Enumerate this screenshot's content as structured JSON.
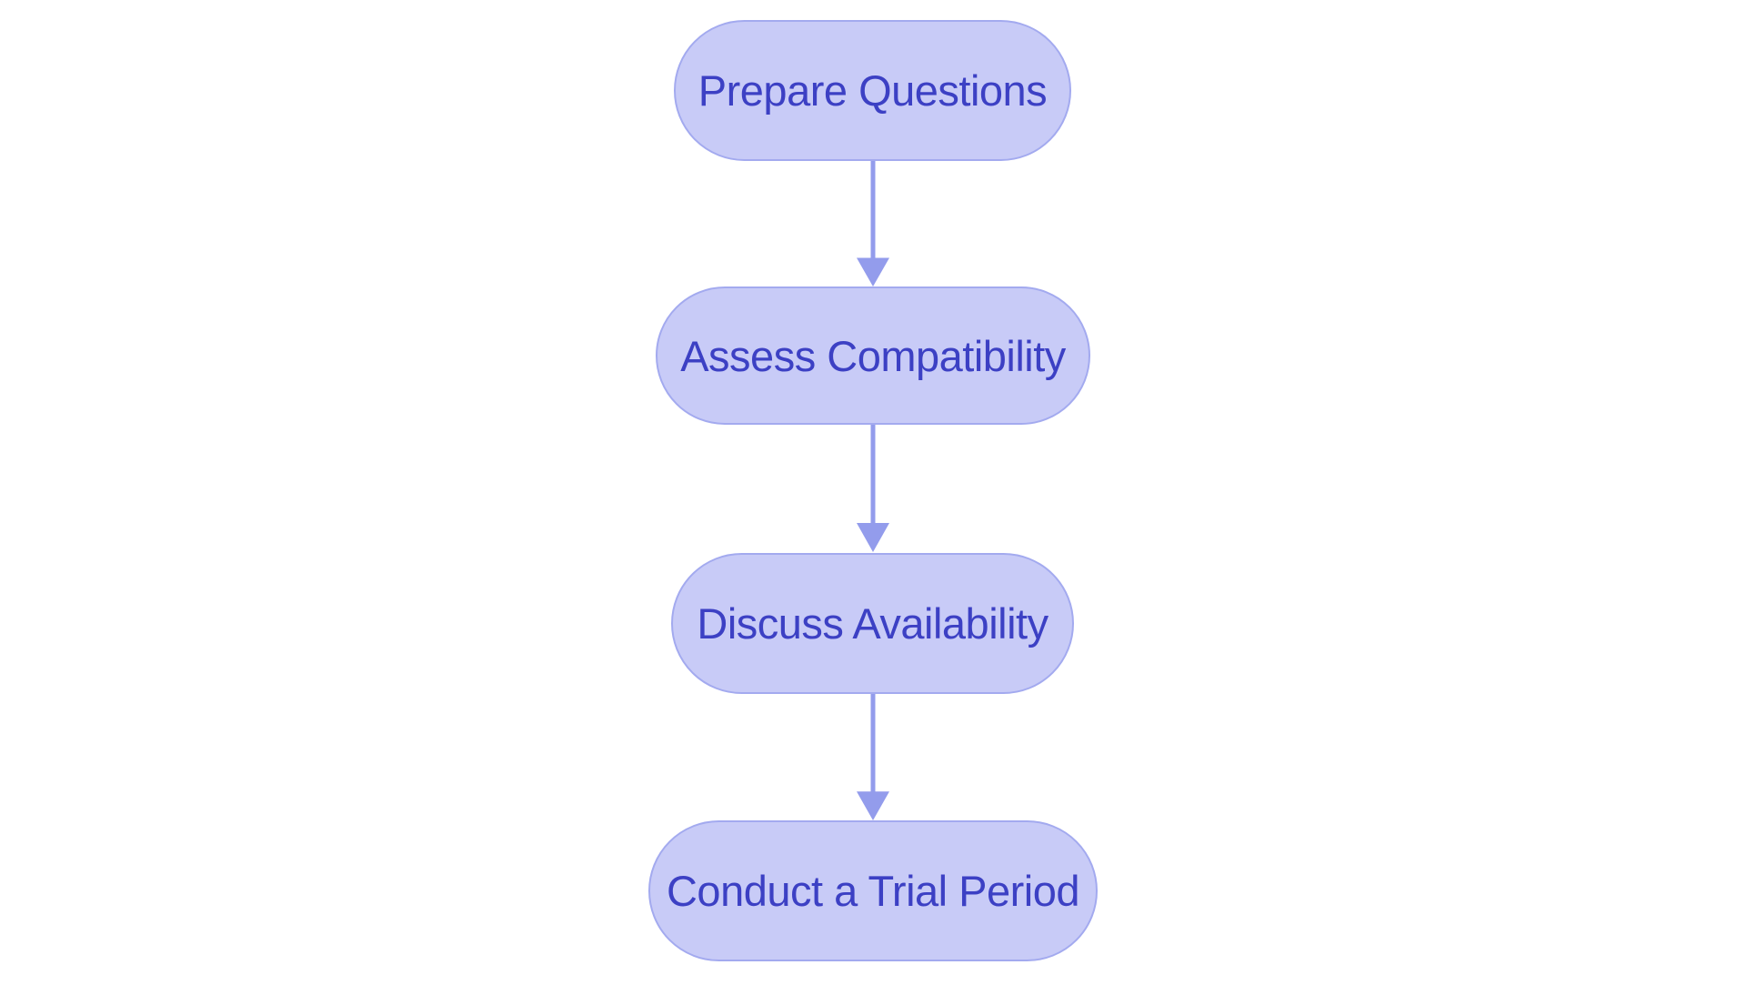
{
  "diagram": {
    "type": "flowchart",
    "direction": "top-to-bottom",
    "nodes": [
      {
        "id": "prepare-questions",
        "label": "Prepare Questions"
      },
      {
        "id": "assess-compatibility",
        "label": "Assess Compatibility"
      },
      {
        "id": "discuss-availability",
        "label": "Discuss Availability"
      },
      {
        "id": "conduct-trial-period",
        "label": "Conduct a Trial Period"
      }
    ],
    "edges": [
      {
        "from": "prepare-questions",
        "to": "assess-compatibility",
        "style": "arrow-down"
      },
      {
        "from": "assess-compatibility",
        "to": "discuss-availability",
        "style": "arrow-down"
      },
      {
        "from": "discuss-availability",
        "to": "conduct-trial-period",
        "style": "arrow-down"
      }
    ]
  },
  "colors": {
    "bg": "#FFFFFF",
    "node_fill": "#C8CBF7",
    "node_border": "#A3AAEF",
    "node_text": "#3C40C4",
    "arrow": "#939CEC"
  }
}
